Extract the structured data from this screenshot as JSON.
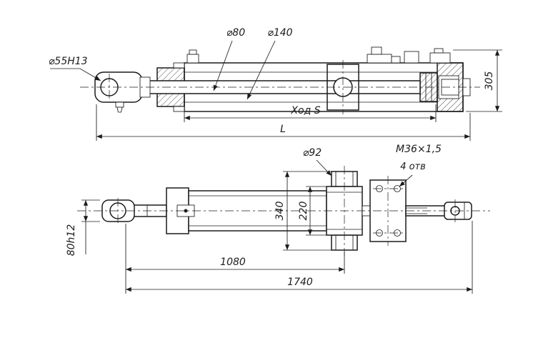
{
  "colors": {
    "background": "#ffffff",
    "line": "#1c1c1c"
  },
  "side_view": {
    "labels": {
      "eye_bore": "⌀55H13",
      "rod_dia": "⌀80",
      "bore_dia": "⌀140",
      "stroke": "Ход S",
      "length": "L",
      "height": "305"
    }
  },
  "plan_view": {
    "labels": {
      "boss_dia": "⌀92",
      "thread": "M36×1,5",
      "holes_count": "4 отв",
      "block_height": "340",
      "body_height": "220",
      "to_mount_center": "1080",
      "overall_length": "1740",
      "rod_flat": "80h12"
    }
  }
}
